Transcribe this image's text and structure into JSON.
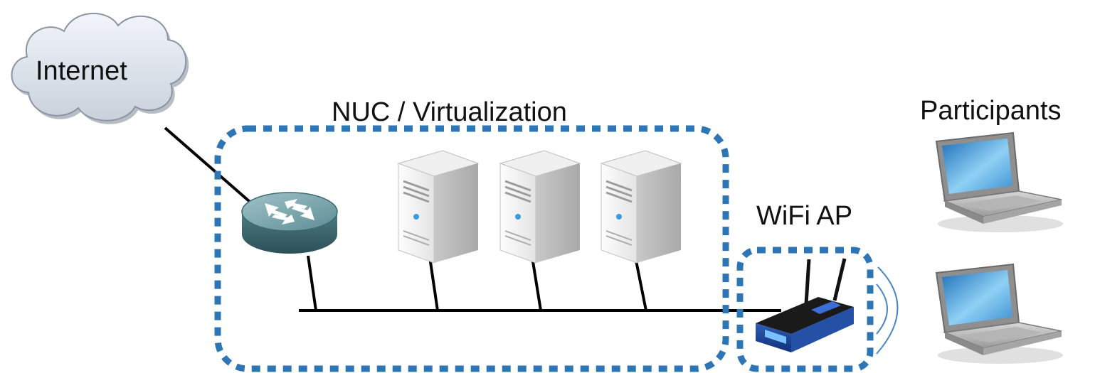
{
  "labels": {
    "internet": "Internet",
    "nuc": "NUC / Virtualization",
    "participants": "Participants",
    "wifi_ap": "WiFi AP"
  },
  "colors": {
    "boundary": "#2e75b6",
    "cable": "#000000",
    "signal": "#4a86c5"
  },
  "icons": {
    "cloud": "cloud-icon",
    "router": "router-icon",
    "server": "server-tower-icon",
    "wifi_router": "wireless-router-icon",
    "laptop": "laptop-icon"
  }
}
